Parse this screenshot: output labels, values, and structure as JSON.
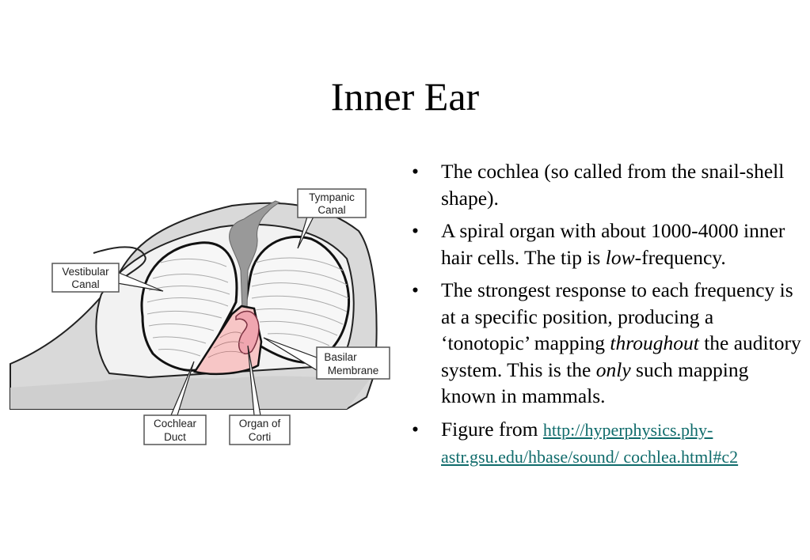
{
  "slide": {
    "title": "Inner Ear"
  },
  "diagram": {
    "labels": {
      "tympanic_1": "Tympanic",
      "tympanic_2": "Canal",
      "vestibular_1": "Vestibular",
      "vestibular_2": "Canal",
      "basilar_1": "Basilar",
      "basilar_2": "Membrane",
      "cochlear_1": "Cochlear",
      "cochlear_2": "Duct",
      "organ_1": "Organ of",
      "organ_2": "Corti"
    }
  },
  "bullets": {
    "b1": "The cochlea (so called from the snail-shell shape).",
    "b2_pre": "A spiral organ with about 1000-4000 inner hair cells. The tip is ",
    "b2_em": "low",
    "b2_post": "-frequency.",
    "b3_pre": "The strongest response to each frequency is at a specific position, producing a ‘tonotopic’ mapping ",
    "b3_em1": "throughout",
    "b3_mid": " the auditory system. This is the ",
    "b3_em2": "only",
    "b3_post": " such mapping known in mammals.",
    "b4_pre": "Figure from ",
    "b4_link": "http://hyperphysics.phy-astr.gsu.edu/hbase/sound/ cochlea.html#c2"
  }
}
